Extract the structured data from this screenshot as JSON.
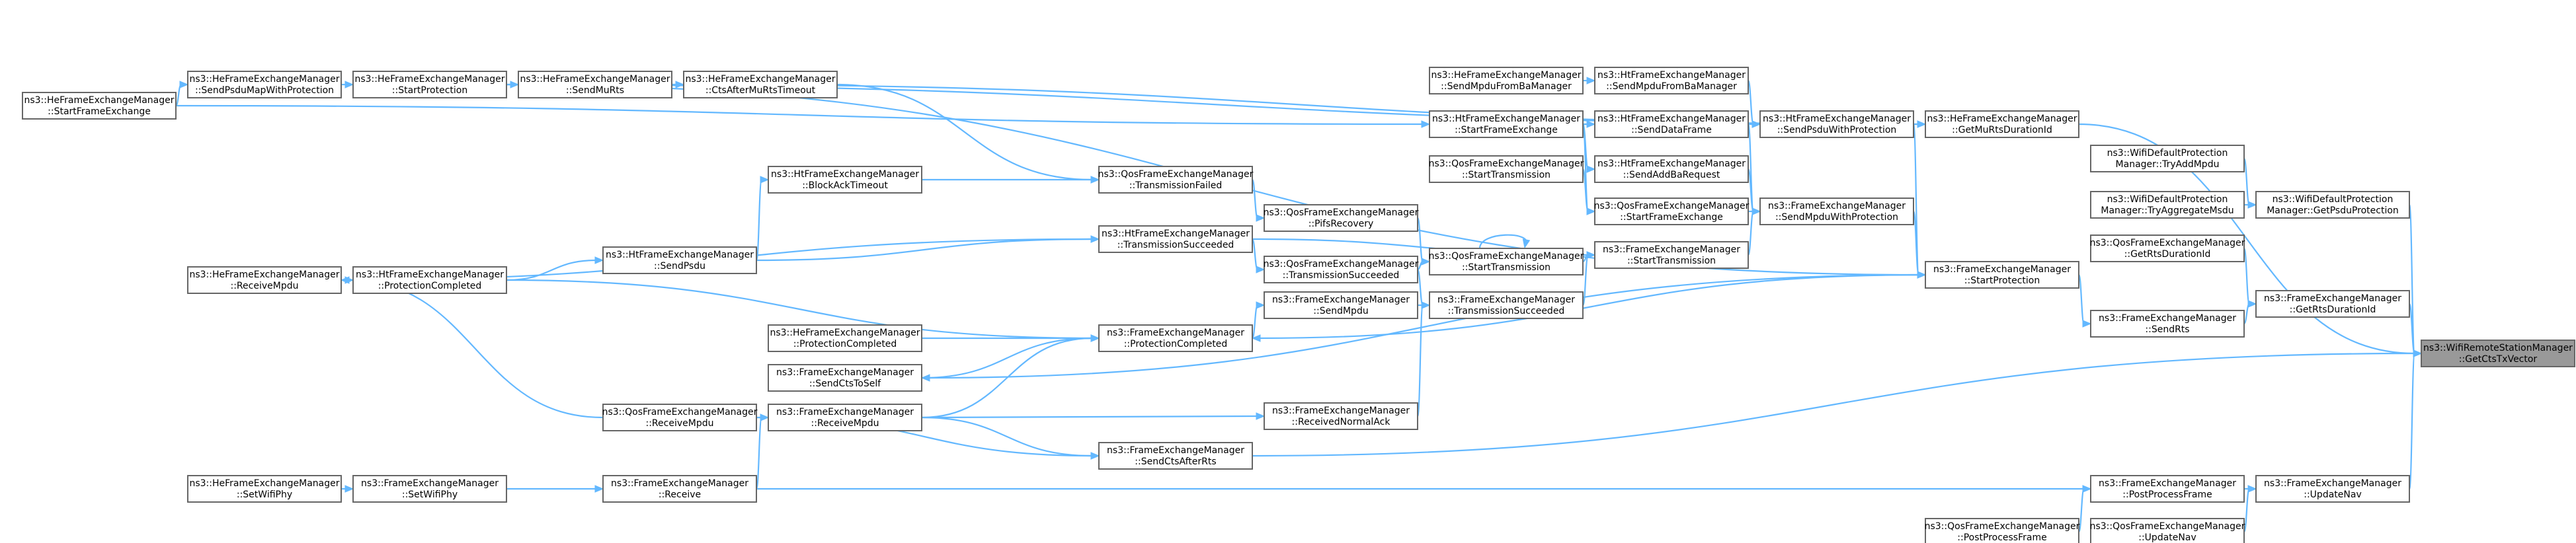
{
  "graph": {
    "nodes": [
      {
        "id": "target",
        "l1": "ns3::WifiRemoteStationManager",
        "l2": "::GetCtsTxVector"
      },
      {
        "id": "WDP_GetPsdu",
        "l1": "ns3::WifiDefaultProtection",
        "l2": "Manager::GetPsduProtection"
      },
      {
        "id": "FEM_GetRts",
        "l1": "ns3::FrameExchangeManager",
        "l2": "::GetRtsDurationId"
      },
      {
        "id": "FEM_UpdateNav",
        "l1": "ns3::FrameExchangeManager",
        "l2": "::UpdateNav"
      },
      {
        "id": "WDP_TryAddMpdu",
        "l1": "ns3::WifiDefaultProtection",
        "l2": "Manager::TryAddMpdu"
      },
      {
        "id": "WDP_TryAgg",
        "l1": "ns3::WifiDefaultProtection",
        "l2": "Manager::TryAggregateMsdu"
      },
      {
        "id": "QFEM_GetRts",
        "l1": "ns3::QosFrameExchangeManager",
        "l2": "::GetRtsDurationId"
      },
      {
        "id": "HeFEM_GetMuRts",
        "l1": "ns3::HeFrameExchangeManager",
        "l2": "::GetMuRtsDurationId"
      },
      {
        "id": "FEM_SendRts",
        "l1": "ns3::FrameExchangeManager",
        "l2": "::SendRts"
      },
      {
        "id": "FEM_PostProcess",
        "l1": "ns3::FrameExchangeManager",
        "l2": "::PostProcessFrame"
      },
      {
        "id": "QFEM_UpdateNav",
        "l1": "ns3::QosFrameExchangeManager",
        "l2": "::UpdateNav"
      },
      {
        "id": "QFEM_PostProcess",
        "l1": "ns3::QosFrameExchangeManager",
        "l2": "::PostProcessFrame"
      },
      {
        "id": "FEM_StartProt",
        "l1": "ns3::FrameExchangeManager",
        "l2": "::StartProtection"
      },
      {
        "id": "HtFEM_SendPsduWP",
        "l1": "ns3::HtFrameExchangeManager",
        "l2": "::SendPsduWithProtection"
      },
      {
        "id": "FEM_SendMpduWP",
        "l1": "ns3::FrameExchangeManager",
        "l2": "::SendMpduWithProtection"
      },
      {
        "id": "HtFEM_SendMpduBA",
        "l1": "ns3::HtFrameExchangeManager",
        "l2": "::SendMpduFromBaManager"
      },
      {
        "id": "HtFEM_SendData",
        "l1": "ns3::HtFrameExchangeManager",
        "l2": "::SendDataFrame"
      },
      {
        "id": "HtFEM_SendAddBa",
        "l1": "ns3::HtFrameExchangeManager",
        "l2": "::SendAddBaRequest"
      },
      {
        "id": "QFEM_StartFE",
        "l1": "ns3::QosFrameExchangeManager",
        "l2": "::StartFrameExchange"
      },
      {
        "id": "FEM_StartTx",
        "l1": "ns3::FrameExchangeManager",
        "l2": "::StartTransmission"
      },
      {
        "id": "HeFEM_SendMpduBA",
        "l1": "ns3::HeFrameExchangeManager",
        "l2": "::SendMpduFromBaManager"
      },
      {
        "id": "HtFEM_StartFE",
        "l1": "ns3::HtFrameExchangeManager",
        "l2": "::StartFrameExchange"
      },
      {
        "id": "QFEM_StartTx2",
        "l1": "ns3::QosFrameExchangeManager",
        "l2": "::StartTransmission"
      },
      {
        "id": "QFEM_StartTx",
        "l1": "ns3::QosFrameExchangeManager",
        "l2": "::StartTransmission"
      },
      {
        "id": "QFEM_PifsRec",
        "l1": "ns3::QosFrameExchangeManager",
        "l2": "::PifsRecovery"
      },
      {
        "id": "QFEM_TxSucc",
        "l1": "ns3::QosFrameExchangeManager",
        "l2": "::TransmissionSucceeded"
      },
      {
        "id": "FEM_TxSucc",
        "l1": "ns3::FrameExchangeManager",
        "l2": "::TransmissionSucceeded"
      },
      {
        "id": "FEM_SendMpdu",
        "l1": "ns3::FrameExchangeManager",
        "l2": "::SendMpdu"
      },
      {
        "id": "FEM_RecvNormalAck",
        "l1": "ns3::FrameExchangeManager",
        "l2": "::ReceivedNormalAck"
      },
      {
        "id": "QFEM_TxFailed",
        "l1": "ns3::QosFrameExchangeManager",
        "l2": "::TransmissionFailed"
      },
      {
        "id": "HtFEM_TxSucc",
        "l1": "ns3::HtFrameExchangeManager",
        "l2": "::TransmissionSucceeded"
      },
      {
        "id": "FEM_ProtCompl",
        "l1": "ns3::FrameExchangeManager",
        "l2": "::ProtectionCompleted"
      },
      {
        "id": "FEM_SendCtsAfterRts",
        "l1": "ns3::FrameExchangeManager",
        "l2": "::SendCtsAfterRts"
      },
      {
        "id": "HeFEM_StartFE",
        "l1": "ns3::HeFrameExchangeManager",
        "l2": "::StartFrameExchange"
      },
      {
        "id": "HeFEM_SendPsduMap",
        "l1": "ns3::HeFrameExchangeManager",
        "l2": "::SendPsduMapWithProtection"
      },
      {
        "id": "HeFEM_StartProt",
        "l1": "ns3::HeFrameExchangeManager",
        "l2": "::StartProtection"
      },
      {
        "id": "HeFEM_SendMuRts",
        "l1": "ns3::HeFrameExchangeManager",
        "l2": "::SendMuRts"
      },
      {
        "id": "HeFEM_CtsAfterMuRtsTO",
        "l1": "ns3::HeFrameExchangeManager",
        "l2": "::CtsAfterMuRtsTimeout"
      },
      {
        "id": "HtFEM_BlockAckTO",
        "l1": "ns3::HtFrameExchangeManager",
        "l2": "::BlockAckTimeout"
      },
      {
        "id": "HtFEM_SendPsdu",
        "l1": "ns3::HtFrameExchangeManager",
        "l2": "::SendPsdu"
      },
      {
        "id": "HtFEM_ProtCompl",
        "l1": "ns3::HtFrameExchangeManager",
        "l2": "::ProtectionCompleted"
      },
      {
        "id": "HeFEM_RecvMpdu",
        "l1": "ns3::HeFrameExchangeManager",
        "l2": "::ReceiveMpdu"
      },
      {
        "id": "HeFEM_ProtCompl",
        "l1": "ns3::HeFrameExchangeManager",
        "l2": "::ProtectionCompleted"
      },
      {
        "id": "FEM_SendCtsToSelf",
        "l1": "ns3::FrameExchangeManager",
        "l2": "::SendCtsToSelf"
      },
      {
        "id": "FEM_RecvMpdu",
        "l1": "ns3::FrameExchangeManager",
        "l2": "::ReceiveMpdu"
      },
      {
        "id": "QFEM_RecvMpdu",
        "l1": "ns3::QosFrameExchangeManager",
        "l2": "::ReceiveMpdu"
      },
      {
        "id": "FEM_Receive",
        "l1": "ns3::FrameExchangeManager",
        "l2": "::Receive"
      },
      {
        "id": "FEM_SetWifiPhy",
        "l1": "ns3::FrameExchangeManager",
        "l2": "::SetWifiPhy"
      },
      {
        "id": "HeFEM_SetWifiPhy",
        "l1": "ns3::HeFrameExchangeManager",
        "l2": "::SetWifiPhy"
      }
    ],
    "edges": [
      [
        "WDP_GetPsdu",
        "target"
      ],
      [
        "FEM_GetRts",
        "target"
      ],
      [
        "FEM_UpdateNav",
        "target"
      ],
      [
        "HeFEM_GetMuRts",
        "target"
      ],
      [
        "FEM_SendCtsAfterRts",
        "target"
      ],
      [
        "WDP_TryAddMpdu",
        "WDP_GetPsdu"
      ],
      [
        "WDP_TryAgg",
        "WDP_GetPsdu"
      ],
      [
        "QFEM_GetRts",
        "FEM_GetRts"
      ],
      [
        "FEM_SendRts",
        "FEM_GetRts"
      ],
      [
        "FEM_StartProt",
        "FEM_SendRts"
      ],
      [
        "FEM_PostProcess",
        "FEM_UpdateNav"
      ],
      [
        "QFEM_UpdateNav",
        "FEM_UpdateNav"
      ],
      [
        "QFEM_PostProcess",
        "FEM_PostProcess"
      ],
      [
        "FEM_Receive",
        "FEM_PostProcess"
      ],
      [
        "HeFEM_StartProt",
        "HeFEM_GetMuRts"
      ],
      [
        "HeFEM_SendMuRts",
        "HeFEM_GetMuRts"
      ],
      [
        "HtFEM_SendPsduWP",
        "FEM_StartProt"
      ],
      [
        "FEM_SendMpduWP",
        "FEM_StartProt"
      ],
      [
        "HeFEM_StartProt",
        "FEM_StartProt"
      ],
      [
        "FEM_StartProt",
        "FEM_ProtCompl"
      ],
      [
        "FEM_StartProt",
        "FEM_SendCtsToSelf"
      ],
      [
        "HtFEM_SendMpduBA",
        "HtFEM_SendPsduWP"
      ],
      [
        "HtFEM_SendData",
        "HtFEM_SendPsduWP"
      ],
      [
        "HtFEM_StartFE",
        "HtFEM_SendPsduWP"
      ],
      [
        "HtFEM_SendAddBa",
        "FEM_SendMpduWP"
      ],
      [
        "QFEM_StartFE",
        "FEM_SendMpduWP"
      ],
      [
        "FEM_StartTx",
        "FEM_SendMpduWP"
      ],
      [
        "HtFEM_SendData",
        "FEM_SendMpduWP"
      ],
      [
        "HeFEM_SendMpduBA",
        "HtFEM_SendMpduBA"
      ],
      [
        "HtFEM_StartFE",
        "HtFEM_SendData"
      ],
      [
        "HtFEM_StartFE",
        "HtFEM_SendAddBa"
      ],
      [
        "HtFEM_StartFE",
        "QFEM_StartFE"
      ],
      [
        "QFEM_StartTx2",
        "QFEM_StartFE"
      ],
      [
        "QFEM_StartTx",
        "FEM_StartTx"
      ],
      [
        "FEM_TxSucc",
        "FEM_StartTx"
      ],
      [
        "HtFEM_TxSucc",
        "FEM_StartTx"
      ],
      [
        "HeFEM_StartFE",
        "HtFEM_StartFE"
      ],
      [
        "QFEM_PifsRec",
        "QFEM_StartTx"
      ],
      [
        "QFEM_TxSucc",
        "QFEM_StartTx"
      ],
      [
        "QFEM_StartTx",
        "QFEM_StartTx"
      ],
      [
        "HtFEM_TxSucc",
        "QFEM_TxSucc"
      ],
      [
        "QFEM_TxFailed",
        "QFEM_PifsRec"
      ],
      [
        "QFEM_TxSucc",
        "FEM_TxSucc"
      ],
      [
        "FEM_SendMpdu",
        "FEM_TxSucc"
      ],
      [
        "FEM_RecvNormalAck",
        "FEM_TxSucc"
      ],
      [
        "FEM_ProtCompl",
        "FEM_SendMpdu"
      ],
      [
        "FEM_RecvMpdu",
        "FEM_RecvNormalAck"
      ],
      [
        "HtFEM_BlockAckTO",
        "QFEM_TxFailed"
      ],
      [
        "HeFEM_CtsAfterMuRtsTO",
        "QFEM_TxFailed"
      ],
      [
        "HtFEM_SendPsdu",
        "HtFEM_TxSucc"
      ],
      [
        "HeFEM_RecvMpdu",
        "HtFEM_TxSucc"
      ],
      [
        "HtFEM_ProtCompl",
        "FEM_ProtCompl"
      ],
      [
        "HeFEM_ProtCompl",
        "FEM_ProtCompl"
      ],
      [
        "FEM_SendCtsToSelf",
        "FEM_ProtCompl"
      ],
      [
        "FEM_RecvMpdu",
        "FEM_ProtCompl"
      ],
      [
        "FEM_RecvMpdu",
        "FEM_SendCtsAfterRts"
      ],
      [
        "QFEM_RecvMpdu",
        "FEM_SendCtsAfterRts"
      ],
      [
        "HeFEM_StartFE",
        "HeFEM_SendPsduMap"
      ],
      [
        "HeFEM_SendPsduMap",
        "HeFEM_StartProt"
      ],
      [
        "HeFEM_StartProt",
        "HeFEM_SendMuRts"
      ],
      [
        "HeFEM_SendMuRts",
        "HeFEM_CtsAfterMuRtsTO"
      ],
      [
        "HtFEM_SendPsdu",
        "HtFEM_BlockAckTO"
      ],
      [
        "HtFEM_ProtCompl",
        "HtFEM_SendPsdu"
      ],
      [
        "HeFEM_RecvMpdu",
        "HtFEM_ProtCompl"
      ],
      [
        "QFEM_RecvMpdu",
        "HeFEM_RecvMpdu"
      ],
      [
        "QFEM_RecvMpdu",
        "FEM_RecvMpdu"
      ],
      [
        "FEM_Receive",
        "FEM_RecvMpdu"
      ],
      [
        "FEM_SetWifiPhy",
        "FEM_Receive"
      ],
      [
        "HeFEM_SetWifiPhy",
        "FEM_SetWifiPhy"
      ]
    ]
  }
}
